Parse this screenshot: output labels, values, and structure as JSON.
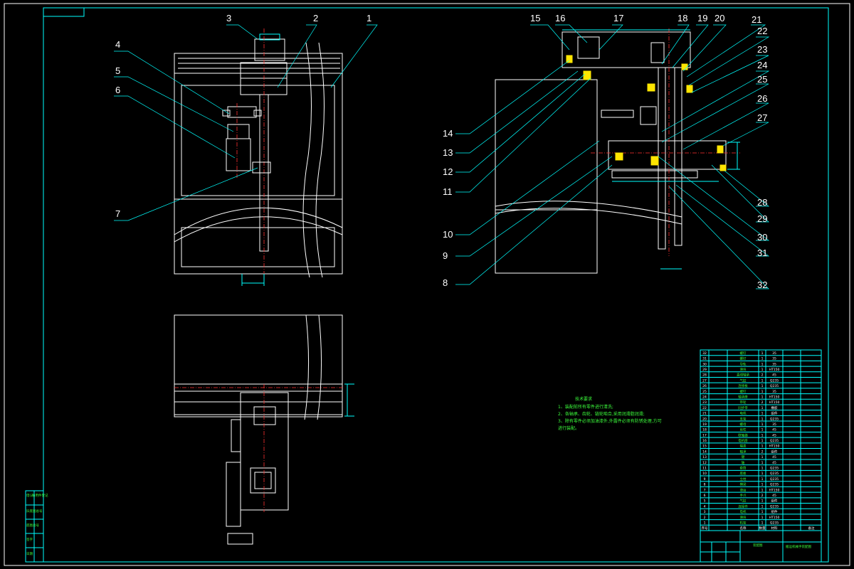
{
  "drawing": {
    "callouts_left": [
      "1",
      "2",
      "3",
      "4",
      "5",
      "6",
      "7"
    ],
    "callouts_right": [
      "8",
      "9",
      "10",
      "11",
      "12",
      "13",
      "14",
      "15",
      "16",
      "17",
      "18",
      "19",
      "20",
      "21",
      "22",
      "23",
      "24",
      "25",
      "26",
      "27",
      "28",
      "29",
      "30",
      "31",
      "32"
    ]
  },
  "tech_notes": {
    "title": "技术要求",
    "lines": [
      "1、装配前所有零件进行清洗;",
      "2、各轴承、齿轮、链轮啮合,采用润滑脂润滑;",
      "3、除有零件必须加油漆外,外露件必须有防锈处理,方可",
      "   进行装配。"
    ]
  },
  "bom": {
    "rows": [
      {
        "no": "32",
        "name": "螺钉",
        "qty": "1",
        "mat": "35"
      },
      {
        "no": "31",
        "name": "螺钉",
        "qty": "1",
        "mat": "35"
      },
      {
        "no": "30",
        "name": "导轨",
        "qty": "1",
        "mat": "35"
      },
      {
        "no": "29",
        "name": "滑块",
        "qty": "1",
        "mat": "HT150"
      },
      {
        "no": "28",
        "name": "直线轴承",
        "qty": "2",
        "mat": "45"
      },
      {
        "no": "27",
        "name": "气缸",
        "qty": "1",
        "mat": "Q235"
      },
      {
        "no": "26",
        "name": "连接板",
        "qty": "1",
        "mat": "Q235"
      },
      {
        "no": "25",
        "name": "螺钉",
        "qty": "1",
        "mat": "35"
      },
      {
        "no": "24",
        "name": "轴承座",
        "qty": "1",
        "mat": "HT150"
      },
      {
        "no": "23",
        "name": "带轮",
        "qty": "2",
        "mat": "HT150"
      },
      {
        "no": "22",
        "name": "同步带",
        "qty": "1",
        "mat": "橡胶"
      },
      {
        "no": "21",
        "name": "电机",
        "qty": "1",
        "mat": "组件"
      },
      {
        "no": "20",
        "name": "支架",
        "qty": "1",
        "mat": "Q235"
      },
      {
        "no": "19",
        "name": "螺母",
        "qty": "1",
        "mat": "35"
      },
      {
        "no": "18",
        "name": "丝杠",
        "qty": "1",
        "mat": "45"
      },
      {
        "no": "17",
        "name": "联轴器",
        "qty": "1",
        "mat": "45"
      },
      {
        "no": "16",
        "name": "电机座",
        "qty": "1",
        "mat": "Q235"
      },
      {
        "no": "15",
        "name": "端盖",
        "qty": "1",
        "mat": "HT150"
      },
      {
        "no": "14",
        "name": "轴承",
        "qty": "2",
        "mat": "组件"
      },
      {
        "no": "13",
        "name": "键",
        "qty": "1",
        "mat": "45"
      },
      {
        "no": "12",
        "name": "轴",
        "qty": "1",
        "mat": "45"
      },
      {
        "no": "11",
        "name": "套筒",
        "qty": "1",
        "mat": "Q235"
      },
      {
        "no": "10",
        "name": "底板",
        "qty": "1",
        "mat": "Q235"
      },
      {
        "no": "9",
        "name": "立柱",
        "qty": "1",
        "mat": "Q235"
      },
      {
        "no": "8",
        "name": "横梁",
        "qty": "1",
        "mat": "Q235"
      },
      {
        "no": "7",
        "name": "滑台",
        "qty": "1",
        "mat": "HT150"
      },
      {
        "no": "6",
        "name": "手爪",
        "qty": "2",
        "mat": "45"
      },
      {
        "no": "5",
        "name": "气缸",
        "qty": "1",
        "mat": "组件"
      },
      {
        "no": "4",
        "name": "连接件",
        "qty": "1",
        "mat": "Q235"
      },
      {
        "no": "3",
        "name": "电机",
        "qty": "1",
        "mat": "组件"
      },
      {
        "no": "2",
        "name": "滑块",
        "qty": "1",
        "mat": "HT150"
      },
      {
        "no": "1",
        "name": "机架",
        "qty": "1",
        "mat": "Q235"
      }
    ],
    "header": {
      "no": "序号",
      "name": "名称",
      "qty": "数量",
      "mat": "材料",
      "note": "备注"
    }
  },
  "title_block": {
    "drawing_name": "装配图",
    "project": "搬运机械手装配图"
  },
  "left_strip": [
    "借(通)用件登记",
    "旧底图总号",
    "底图总号",
    "签字",
    "日期"
  ]
}
